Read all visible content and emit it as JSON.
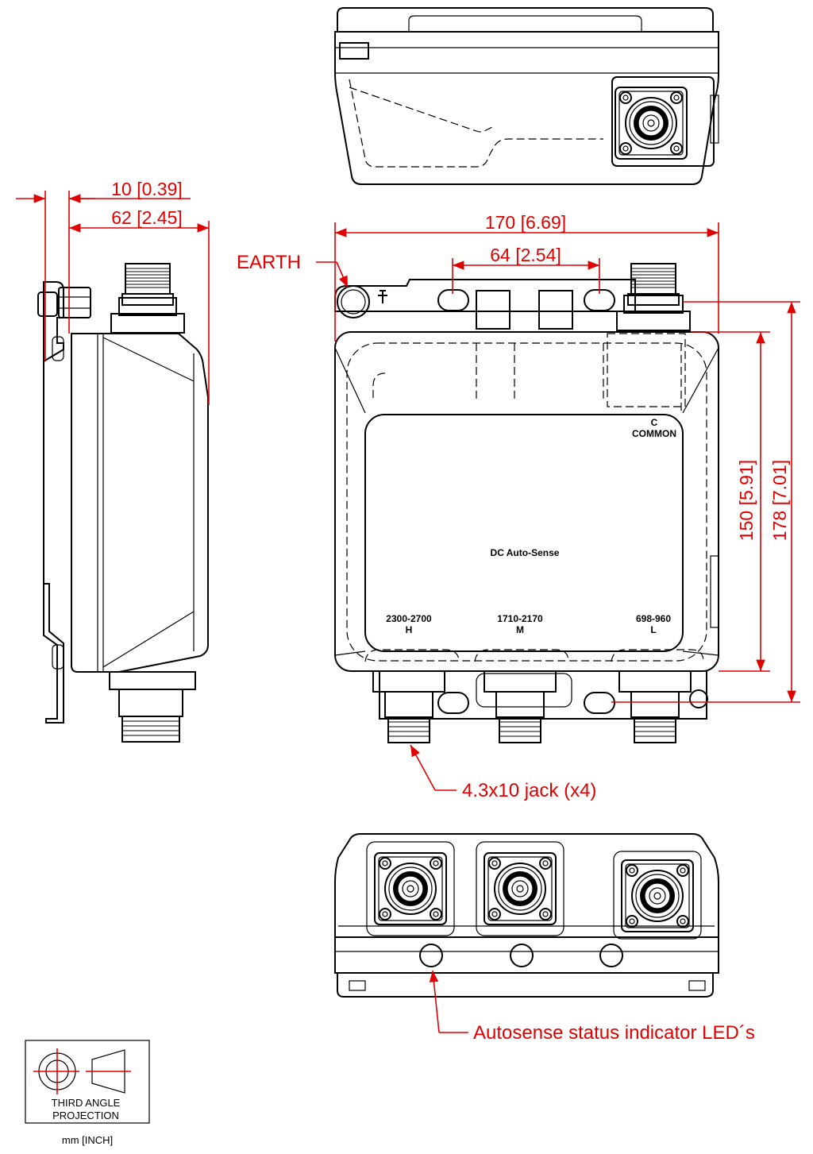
{
  "dimensions": {
    "earth_offset": "10 [0.39]",
    "side_depth": "62 [2.45]",
    "overall_width": "170 [6.69]",
    "mount_hole_spacing": "64 [2.54]",
    "body_height": "150 [5.91]",
    "overall_height": "178 [7.01]"
  },
  "callouts": {
    "earth": "EARTH",
    "jack": "4.3x10 jack (x4)",
    "leds": "Autosense status indicator LED´s"
  },
  "front_labels": {
    "common_letter": "C",
    "common": "COMMON",
    "dc_autosense": "DC Auto-Sense",
    "port_h_range": "2300-2700",
    "port_h_letter": "H",
    "port_m_range": "1710-2170",
    "port_m_letter": "M",
    "port_l_range": "698-960",
    "port_l_letter": "L"
  },
  "projection_box": {
    "line1": "THIRD ANGLE",
    "line2": "PROJECTION",
    "units": "mm [INCH]"
  },
  "colors": {
    "dimension": "#e00000",
    "outline": "#000000"
  }
}
